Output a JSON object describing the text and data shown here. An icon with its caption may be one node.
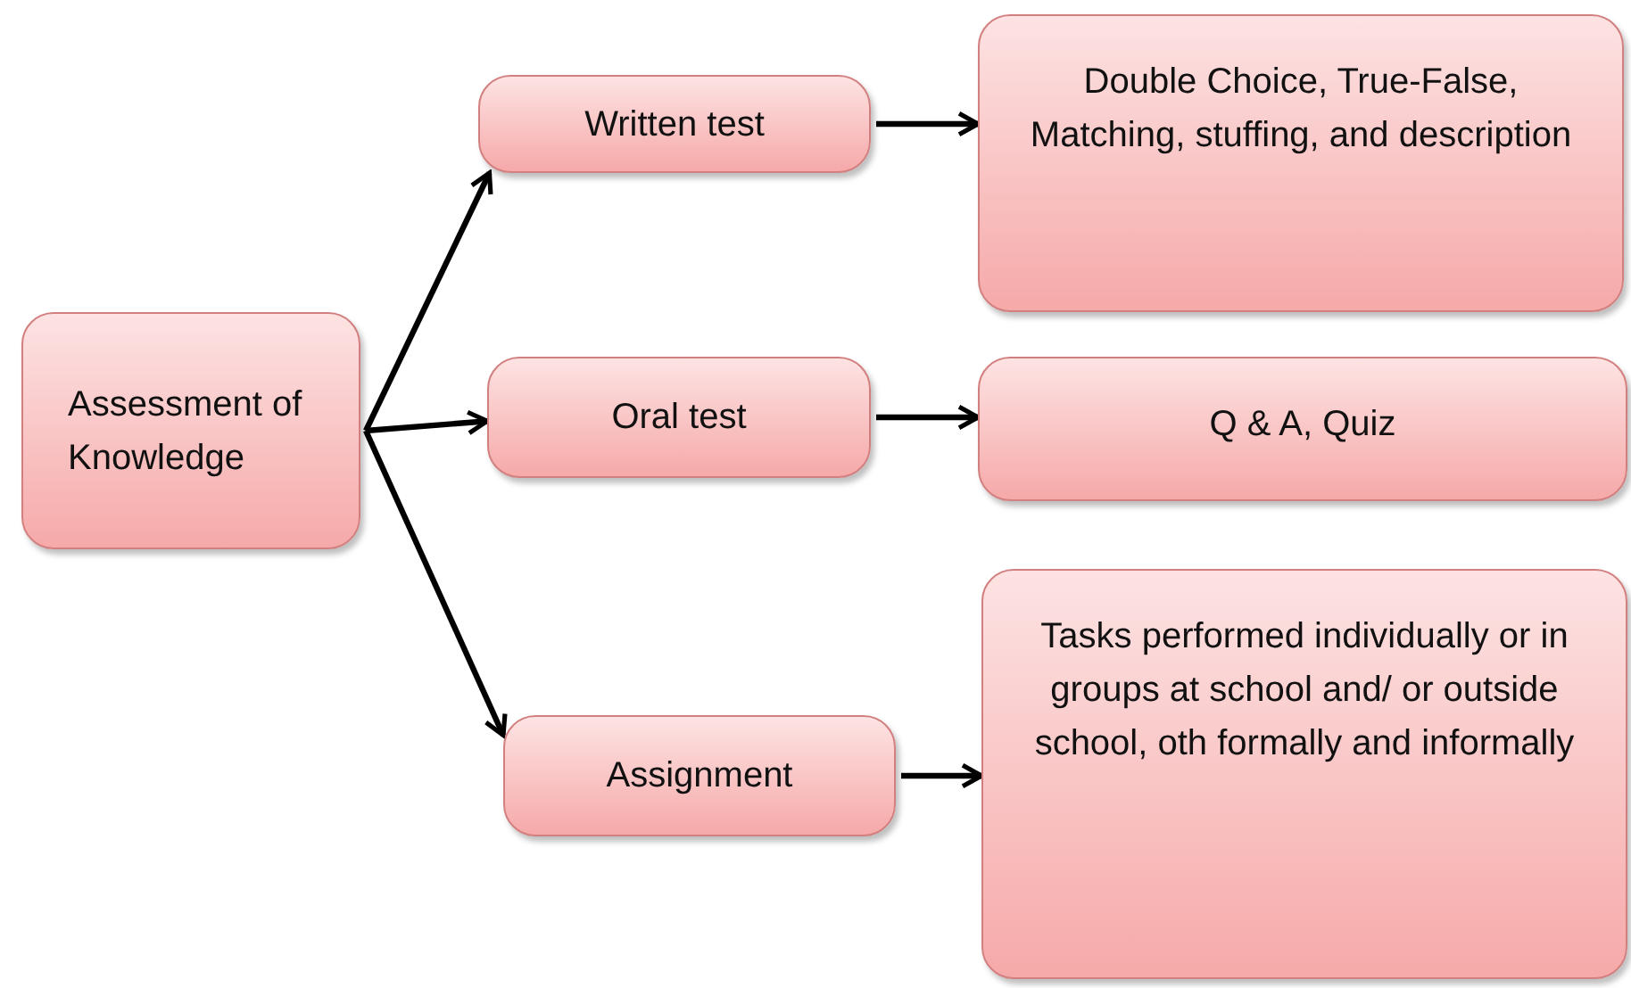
{
  "diagram": {
    "nodes": [
      {
        "text": [
          "Assessment of Knowledge"
        ]
      },
      {
        "text": [
          "Written test"
        ]
      },
      {
        "text": [
          "Oral test"
        ]
      },
      {
        "text": [
          "Assignment"
        ]
      },
      {
        "text": [
          "Double Choice, True-False, Matching, stuffing, and description"
        ]
      },
      {
        "text": [
          "Q & A, Quiz"
        ]
      },
      {
        "text": [
          "Tasks performed individually or in groups at school and/ or outside school, oth formally and informally"
        ]
      }
    ],
    "edges": [
      {
        "from": 0,
        "to": 1,
        "arrow": "to"
      },
      {
        "from": 0,
        "to": 2,
        "arrow": "to"
      },
      {
        "from": 0,
        "to": 3,
        "arrow": "to"
      },
      {
        "from": 1,
        "to": 4,
        "arrow": "to"
      },
      {
        "from": 2,
        "to": 5,
        "arrow": "to"
      },
      {
        "from": 3,
        "to": 6,
        "arrow": "to"
      }
    ]
  }
}
